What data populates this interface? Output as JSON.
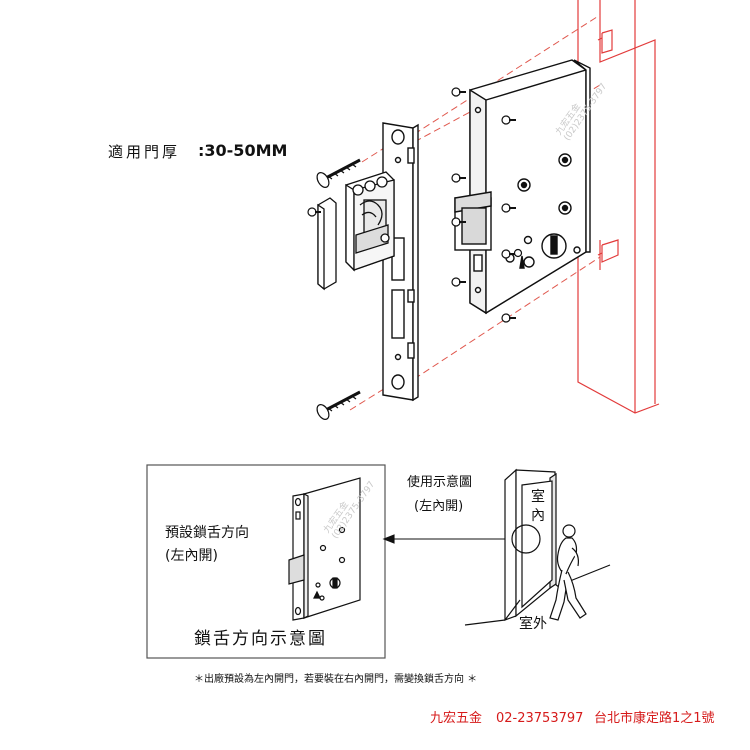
{
  "door_thickness": {
    "label": "適用門厚",
    "value": ":30-50MM"
  },
  "usage_diagram": {
    "title": "使用示意圖",
    "subtitle": "(左內開)",
    "indoor": [
      "室",
      "內"
    ],
    "outdoor": "室外"
  },
  "inset_box": {
    "default_label": "預設鎖舌方向",
    "default_sub": "(左內開)",
    "caption": "鎖舌方向示意圖"
  },
  "note": "＊出廠預設為左內開門，若要裝在右內開門，需變換鎖舌方向 ＊",
  "footer": {
    "brand": "九宏五金",
    "phone": "02-23753797",
    "address": "台北市康定路1之1號",
    "brand_color": "#d61b1b"
  },
  "watermarks": [
    {
      "name": "九宏五金",
      "phone": "(02)2375-3797"
    },
    {
      "name": "九宏五金",
      "phone": "(02)2375-3797"
    }
  ],
  "colors": {
    "line": "#111111",
    "dashed_guides": "#e0584e",
    "wall": "#e23b3b",
    "frame": "#555555"
  }
}
